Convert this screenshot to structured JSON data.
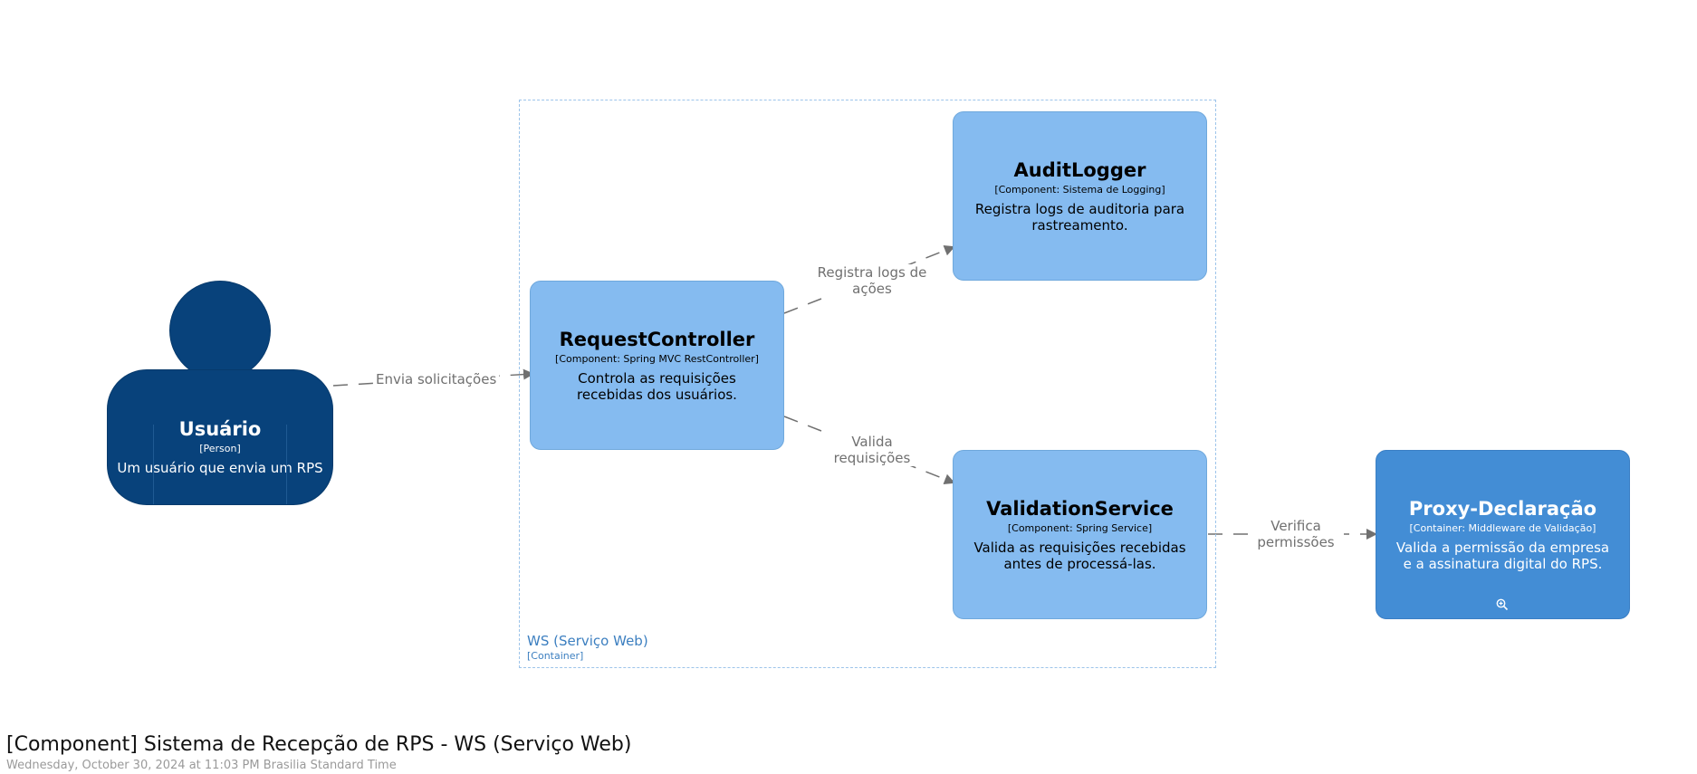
{
  "diagram": {
    "title": "[Component] Sistema de Recepção de RPS - WS (Serviço Web)",
    "subtitle": "Wednesday, October 30, 2024 at 11:03 PM Brasilia Standard Time"
  },
  "person": {
    "name": "Usuário",
    "type": "[Person]",
    "description": "Um usuário que envia um RPS"
  },
  "boundary": {
    "name": "WS (Serviço Web)",
    "type": "[Container]"
  },
  "nodes": {
    "request_controller": {
      "name": "RequestController",
      "tech": "[Component: Spring MVC RestController]",
      "description": "Controla as requisições recebidas dos usuários."
    },
    "audit_logger": {
      "name": "AuditLogger",
      "tech": "[Component: Sistema de Logging]",
      "description": "Registra logs de auditoria para rastreamento."
    },
    "validation_service": {
      "name": "ValidationService",
      "tech": "[Component: Spring Service]",
      "description": "Valida as requisições recebidas antes de processá-las."
    },
    "proxy_declaracao": {
      "name": "Proxy-Declaração",
      "tech": "[Container: Middleware de Validação]",
      "description": "Valida a permissão da empresa e a assinatura digital do RPS.",
      "icon": "zoom-in-icon"
    }
  },
  "edges": {
    "user_to_controller": "Envia solicitações",
    "controller_to_audit": "Registra logs de ações",
    "controller_to_validation": "Valida requisições",
    "validation_to_proxy": "Verifica permissões"
  },
  "colors": {
    "person": "#08427b",
    "component": "#85bbf0",
    "container": "#438dd5",
    "boundary": "#9dc4ea",
    "edge": "#707070"
  }
}
